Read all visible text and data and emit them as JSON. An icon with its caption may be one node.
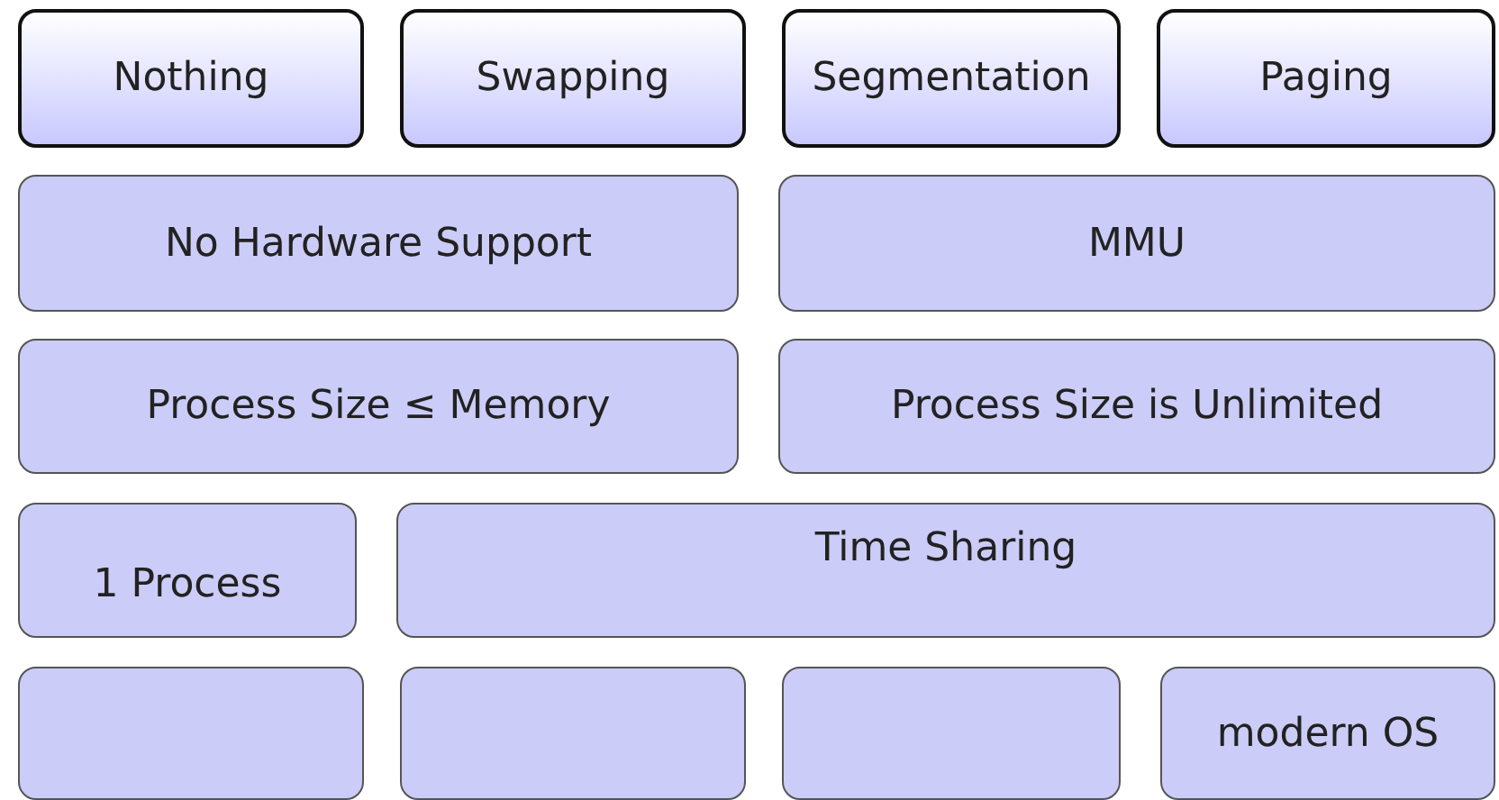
{
  "diagram": {
    "nodes": [
      {
        "text": [
          "Nothing"
        ]
      },
      {
        "text": [
          "Swapping"
        ]
      },
      {
        "text": [
          "Segmentation"
        ]
      },
      {
        "text": [
          "Paging"
        ]
      },
      {
        "text": [
          "No Hardware Support"
        ]
      },
      {
        "text": [
          "MMU"
        ]
      },
      {
        "text": [
          "Process Size ≤ Memory"
        ]
      },
      {
        "text": [
          "Process Size is Unlimited"
        ]
      },
      {
        "text": [
          "1 Process"
        ]
      },
      {
        "text": [
          "Time Sharing"
        ]
      },
      {
        "text": [],
        "shape": "box"
      },
      {
        "text": [],
        "shape": "box"
      },
      {
        "text": [],
        "shape": "box"
      },
      {
        "text": [
          "modern OS"
        ]
      }
    ]
  }
}
